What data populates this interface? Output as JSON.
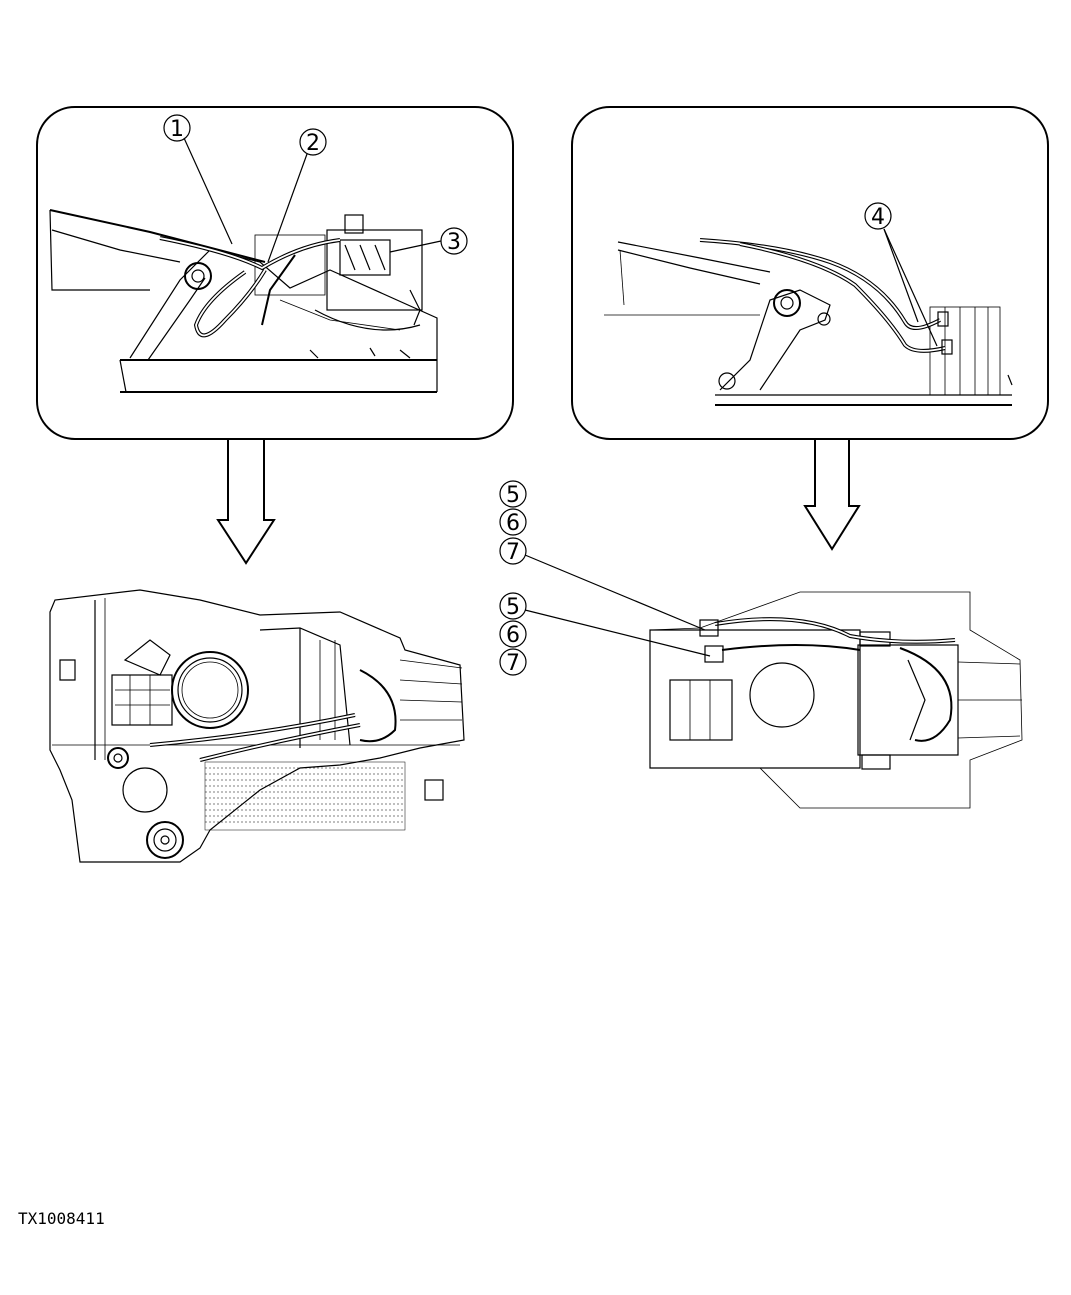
{
  "callouts": {
    "c1": "1",
    "c2": "2",
    "c3": "3",
    "c4": "4",
    "c5a": "5",
    "c6a": "6",
    "c7a": "7",
    "c5b": "5",
    "c6b": "6",
    "c7b": "7"
  },
  "figure_id": "TX1008411"
}
